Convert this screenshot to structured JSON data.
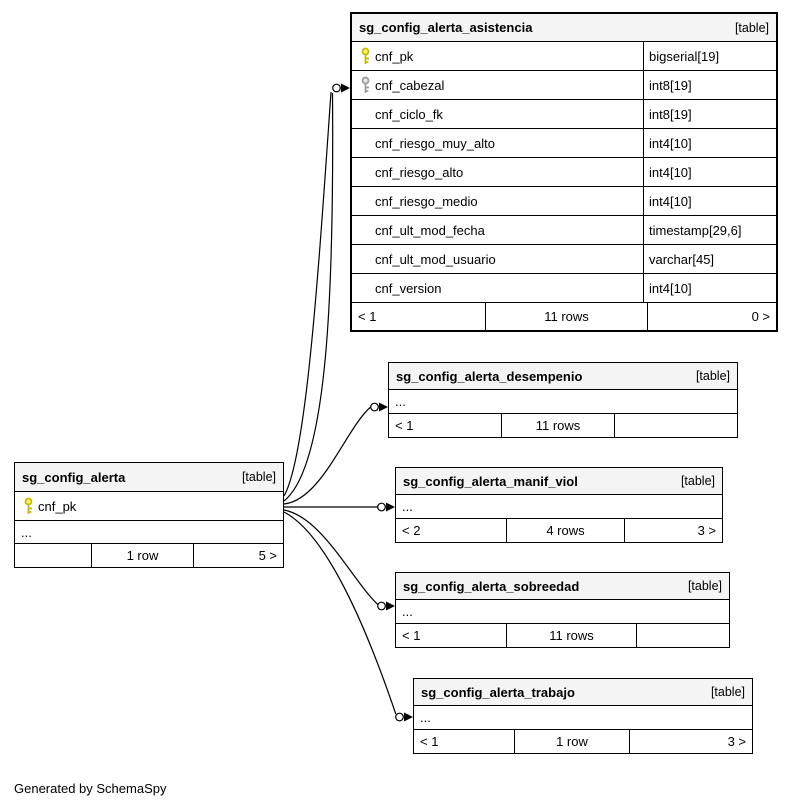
{
  "credit": "Generated by SchemaSpy",
  "colors": {
    "header_bg": "#f4f4f4",
    "border": "#000000",
    "pk_key": "#c9b800",
    "fk_key": "#9a9a9a"
  },
  "icons": {
    "primary_key": "key-icon-yellow",
    "foreign_key": "key-icon-gray"
  },
  "tables": {
    "asistencia": {
      "title": "sg_config_alerta_asistencia",
      "tag": "[table]",
      "columns": [
        {
          "name": "cnf_pk",
          "type": "bigserial[19]"
        },
        {
          "name": "cnf_cabezal",
          "type": "int8[19]"
        },
        {
          "name": "cnf_ciclo_fk",
          "type": "int8[19]"
        },
        {
          "name": "cnf_riesgo_muy_alto",
          "type": "int4[10]"
        },
        {
          "name": "cnf_riesgo_alto",
          "type": "int4[10]"
        },
        {
          "name": "cnf_riesgo_medio",
          "type": "int4[10]"
        },
        {
          "name": "cnf_ult_mod_fecha",
          "type": "timestamp[29,6]"
        },
        {
          "name": "cnf_ult_mod_usuario",
          "type": "varchar[45]"
        },
        {
          "name": "cnf_version",
          "type": "int4[10]"
        }
      ],
      "footer": {
        "left": "< 1",
        "center": "11 rows",
        "right": "0 >"
      }
    },
    "desempenio": {
      "title": "sg_config_alerta_desempenio",
      "tag": "[table]",
      "ellipsis": "...",
      "footer": {
        "left": "< 1",
        "center": "11 rows",
        "right": ""
      }
    },
    "manif_viol": {
      "title": "sg_config_alerta_manif_viol",
      "tag": "[table]",
      "ellipsis": "...",
      "footer": {
        "left": "< 2",
        "center": "4 rows",
        "right": "3 >"
      }
    },
    "sobreedad": {
      "title": "sg_config_alerta_sobreedad",
      "tag": "[table]",
      "ellipsis": "...",
      "footer": {
        "left": "< 1",
        "center": "11 rows",
        "right": ""
      }
    },
    "trabajo": {
      "title": "sg_config_alerta_trabajo",
      "tag": "[table]",
      "ellipsis": "...",
      "footer": {
        "left": "< 1",
        "center": "1 row",
        "right": "3 >"
      }
    },
    "alerta": {
      "title": "sg_config_alerta",
      "tag": "[table]",
      "columns": [
        {
          "name": "cnf_pk",
          "type": ""
        }
      ],
      "ellipsis": "...",
      "footer": {
        "left": "",
        "center": "1 row",
        "right": "5 >"
      }
    }
  }
}
